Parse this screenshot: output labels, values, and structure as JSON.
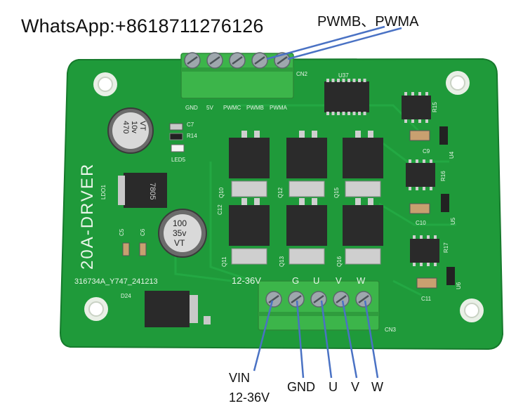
{
  "contact": "WhatsApp:+8618711276126",
  "top_annotation": "PWMB、PWMA",
  "bottom_labels": {
    "vin": "VIN",
    "vin_range": "12-36V",
    "gnd": "GND",
    "u": "U",
    "v": "V",
    "w": "W"
  },
  "board": {
    "name": "20A-DRVER",
    "serial": "316734A_Y747_241213",
    "cn2_pins": [
      "GND",
      "5V",
      "PWMC",
      "PWMB",
      "PWMA"
    ],
    "cn2_label": "CN2",
    "cn3_label": "CN3",
    "power_header": "12-36V",
    "phase_header": [
      "G",
      "U",
      "V",
      "W"
    ],
    "chip_label": "U37",
    "components": {
      "c7": "C7",
      "r14": "R14",
      "led5": "LED5",
      "ldo1": "LDO1",
      "c5": "C5",
      "c6": "C6",
      "c12": "C12",
      "d24": "D24",
      "q10": "Q10",
      "q12": "Q12",
      "q15": "Q15",
      "q11": "Q11",
      "q13": "Q13",
      "q16": "Q16",
      "r15": "R15",
      "r16": "R16",
      "r17": "R17",
      "c9": "C9",
      "c10": "C10",
      "c11": "C11",
      "u4": "U4",
      "u5": "U5",
      "u6": "U6"
    },
    "cap_large": [
      "470",
      "10v",
      "VT"
    ],
    "cap_mid": [
      "100",
      "35v",
      "VT"
    ],
    "regulator_text": "7805"
  },
  "colors": {
    "pcb": "#1f9a3a",
    "pcb_dark": "#167a2c",
    "silk": "#e8f5e8",
    "terminal": "#3cb54a",
    "annotation_line": "#4a72c4"
  }
}
